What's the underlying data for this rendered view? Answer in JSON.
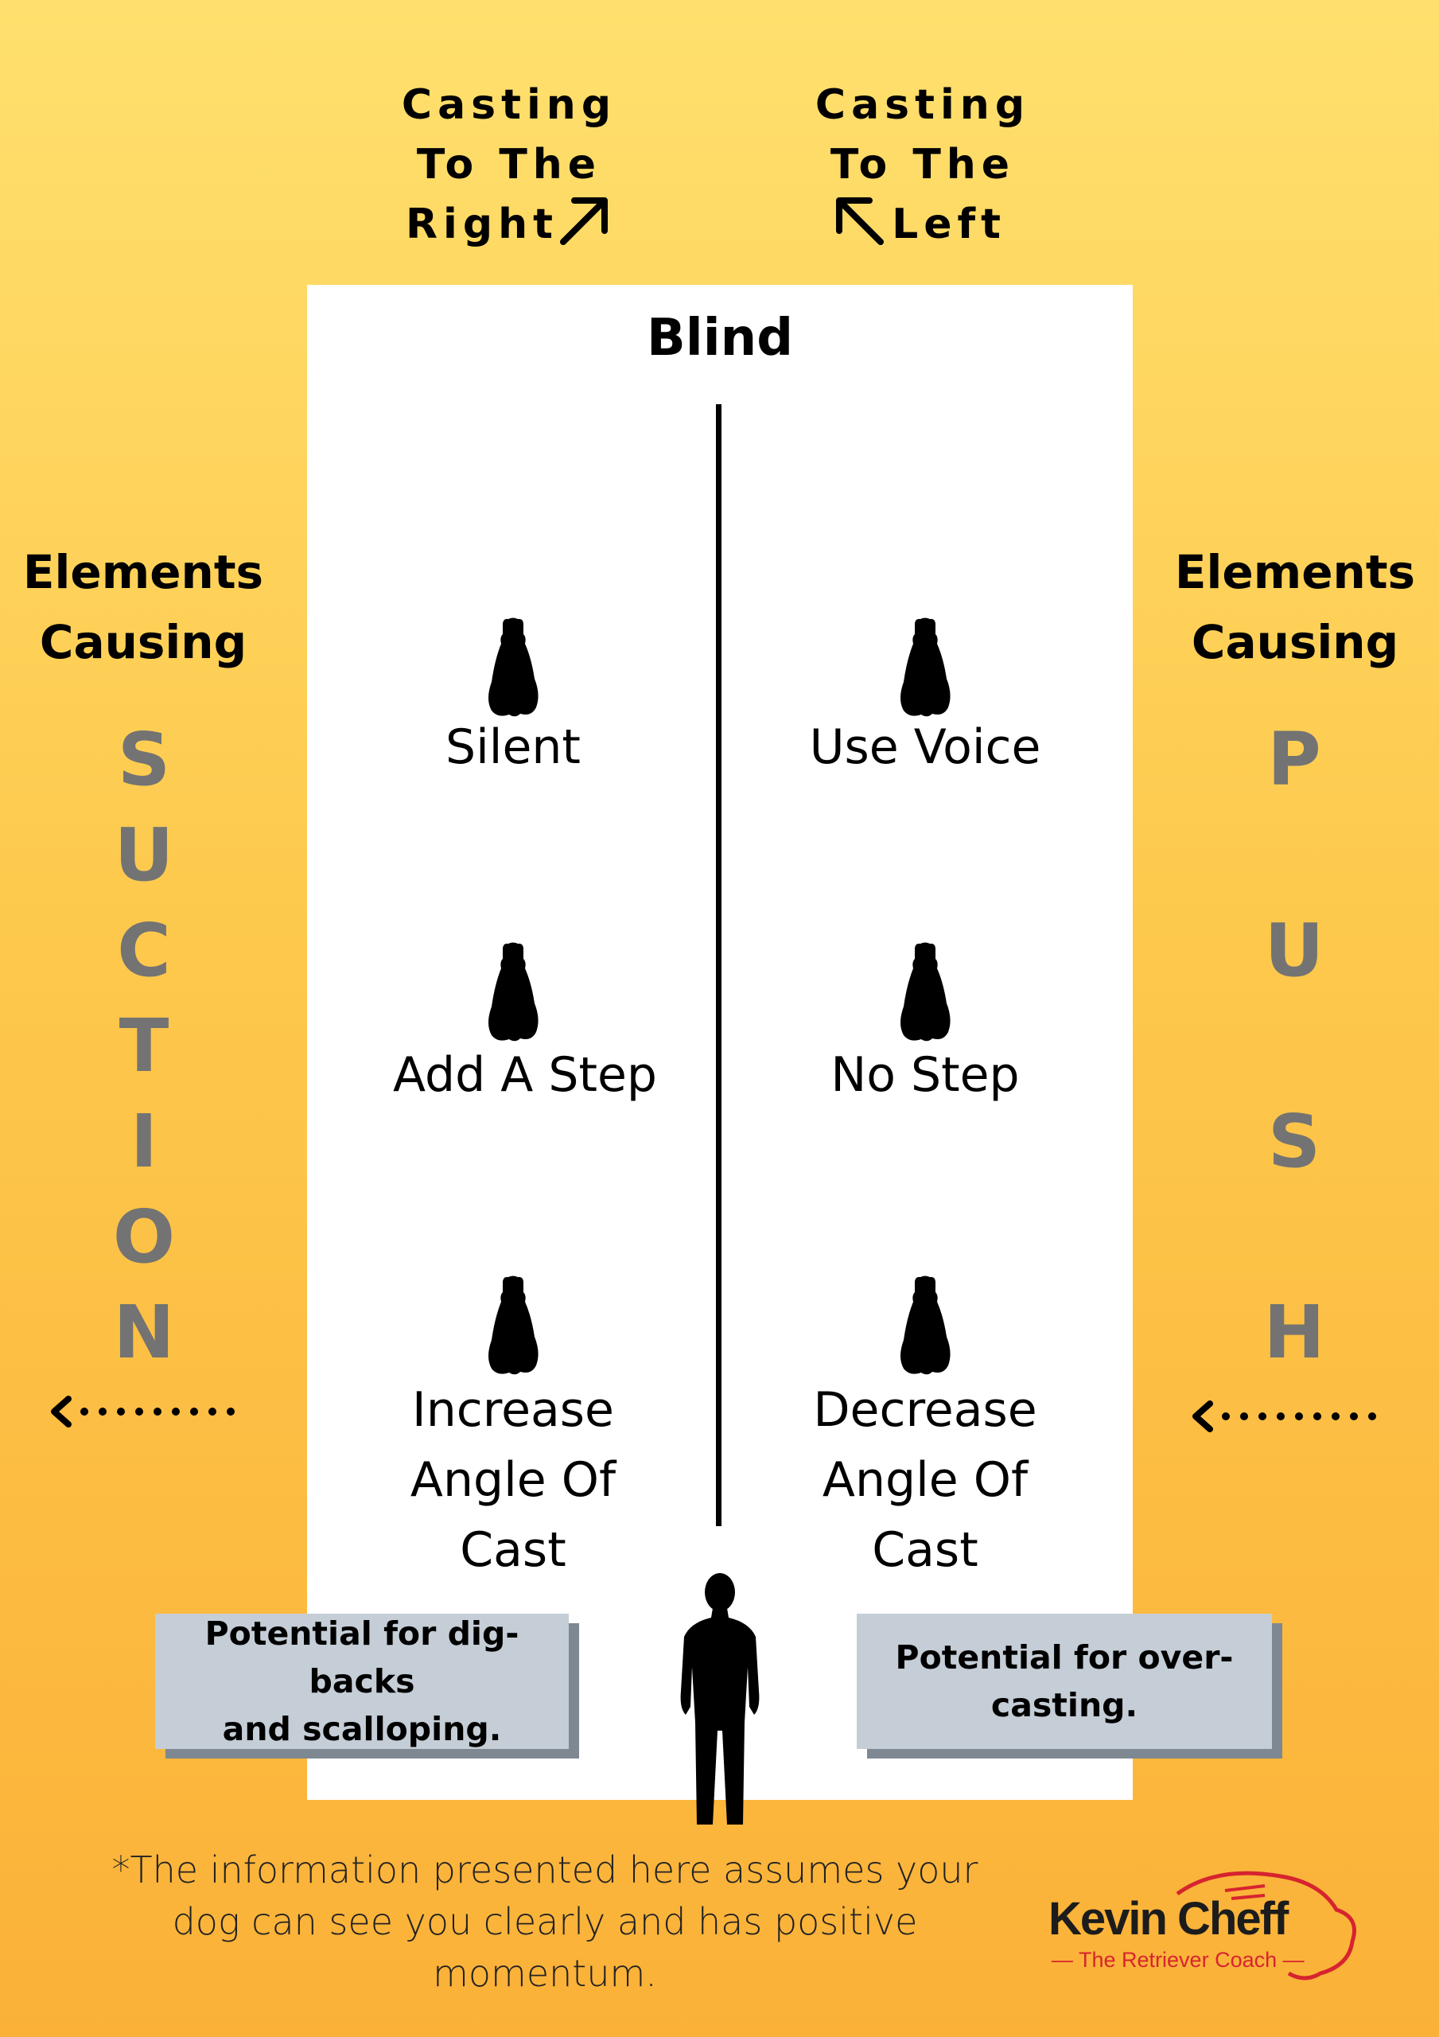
{
  "casting_right": {
    "lines": [
      "Casting",
      "To The",
      "Right"
    ]
  },
  "casting_left": {
    "lines": [
      "Casting",
      "To The",
      "Left"
    ]
  },
  "blind_label": "Blind",
  "left_side": {
    "heading": [
      "Elements",
      "Causing"
    ],
    "word_letters": [
      "S",
      "U",
      "C",
      "T",
      "I",
      "O",
      "N"
    ]
  },
  "right_side": {
    "heading": [
      "Elements",
      "Causing"
    ],
    "word_letters": [
      "P",
      "U",
      "S",
      "H"
    ]
  },
  "left_items": [
    {
      "label": [
        "Silent"
      ]
    },
    {
      "label": [
        "Add A Step"
      ]
    },
    {
      "label": [
        "Increase",
        "Angle Of",
        "Cast"
      ]
    }
  ],
  "right_items": [
    {
      "label": [
        "Use Voice"
      ]
    },
    {
      "label": [
        "No Step"
      ]
    },
    {
      "label": [
        "Decrease",
        "Angle Of",
        "Cast"
      ]
    }
  ],
  "left_note": [
    "Potential for dig-backs",
    "and scalloping."
  ],
  "right_note": [
    "Potential for over-",
    "casting."
  ],
  "footnote": "*The information presented here assumes your dog can see you clearly and has positive momentum.",
  "logo": {
    "name": "Kevin Cheff",
    "tagline": "— The Retriever Coach —"
  },
  "colors": {
    "accent_red": "#d6242f",
    "letter_gray": "#737373",
    "note_bg": "#c5cdd6",
    "note_shadow": "#7d8892"
  }
}
